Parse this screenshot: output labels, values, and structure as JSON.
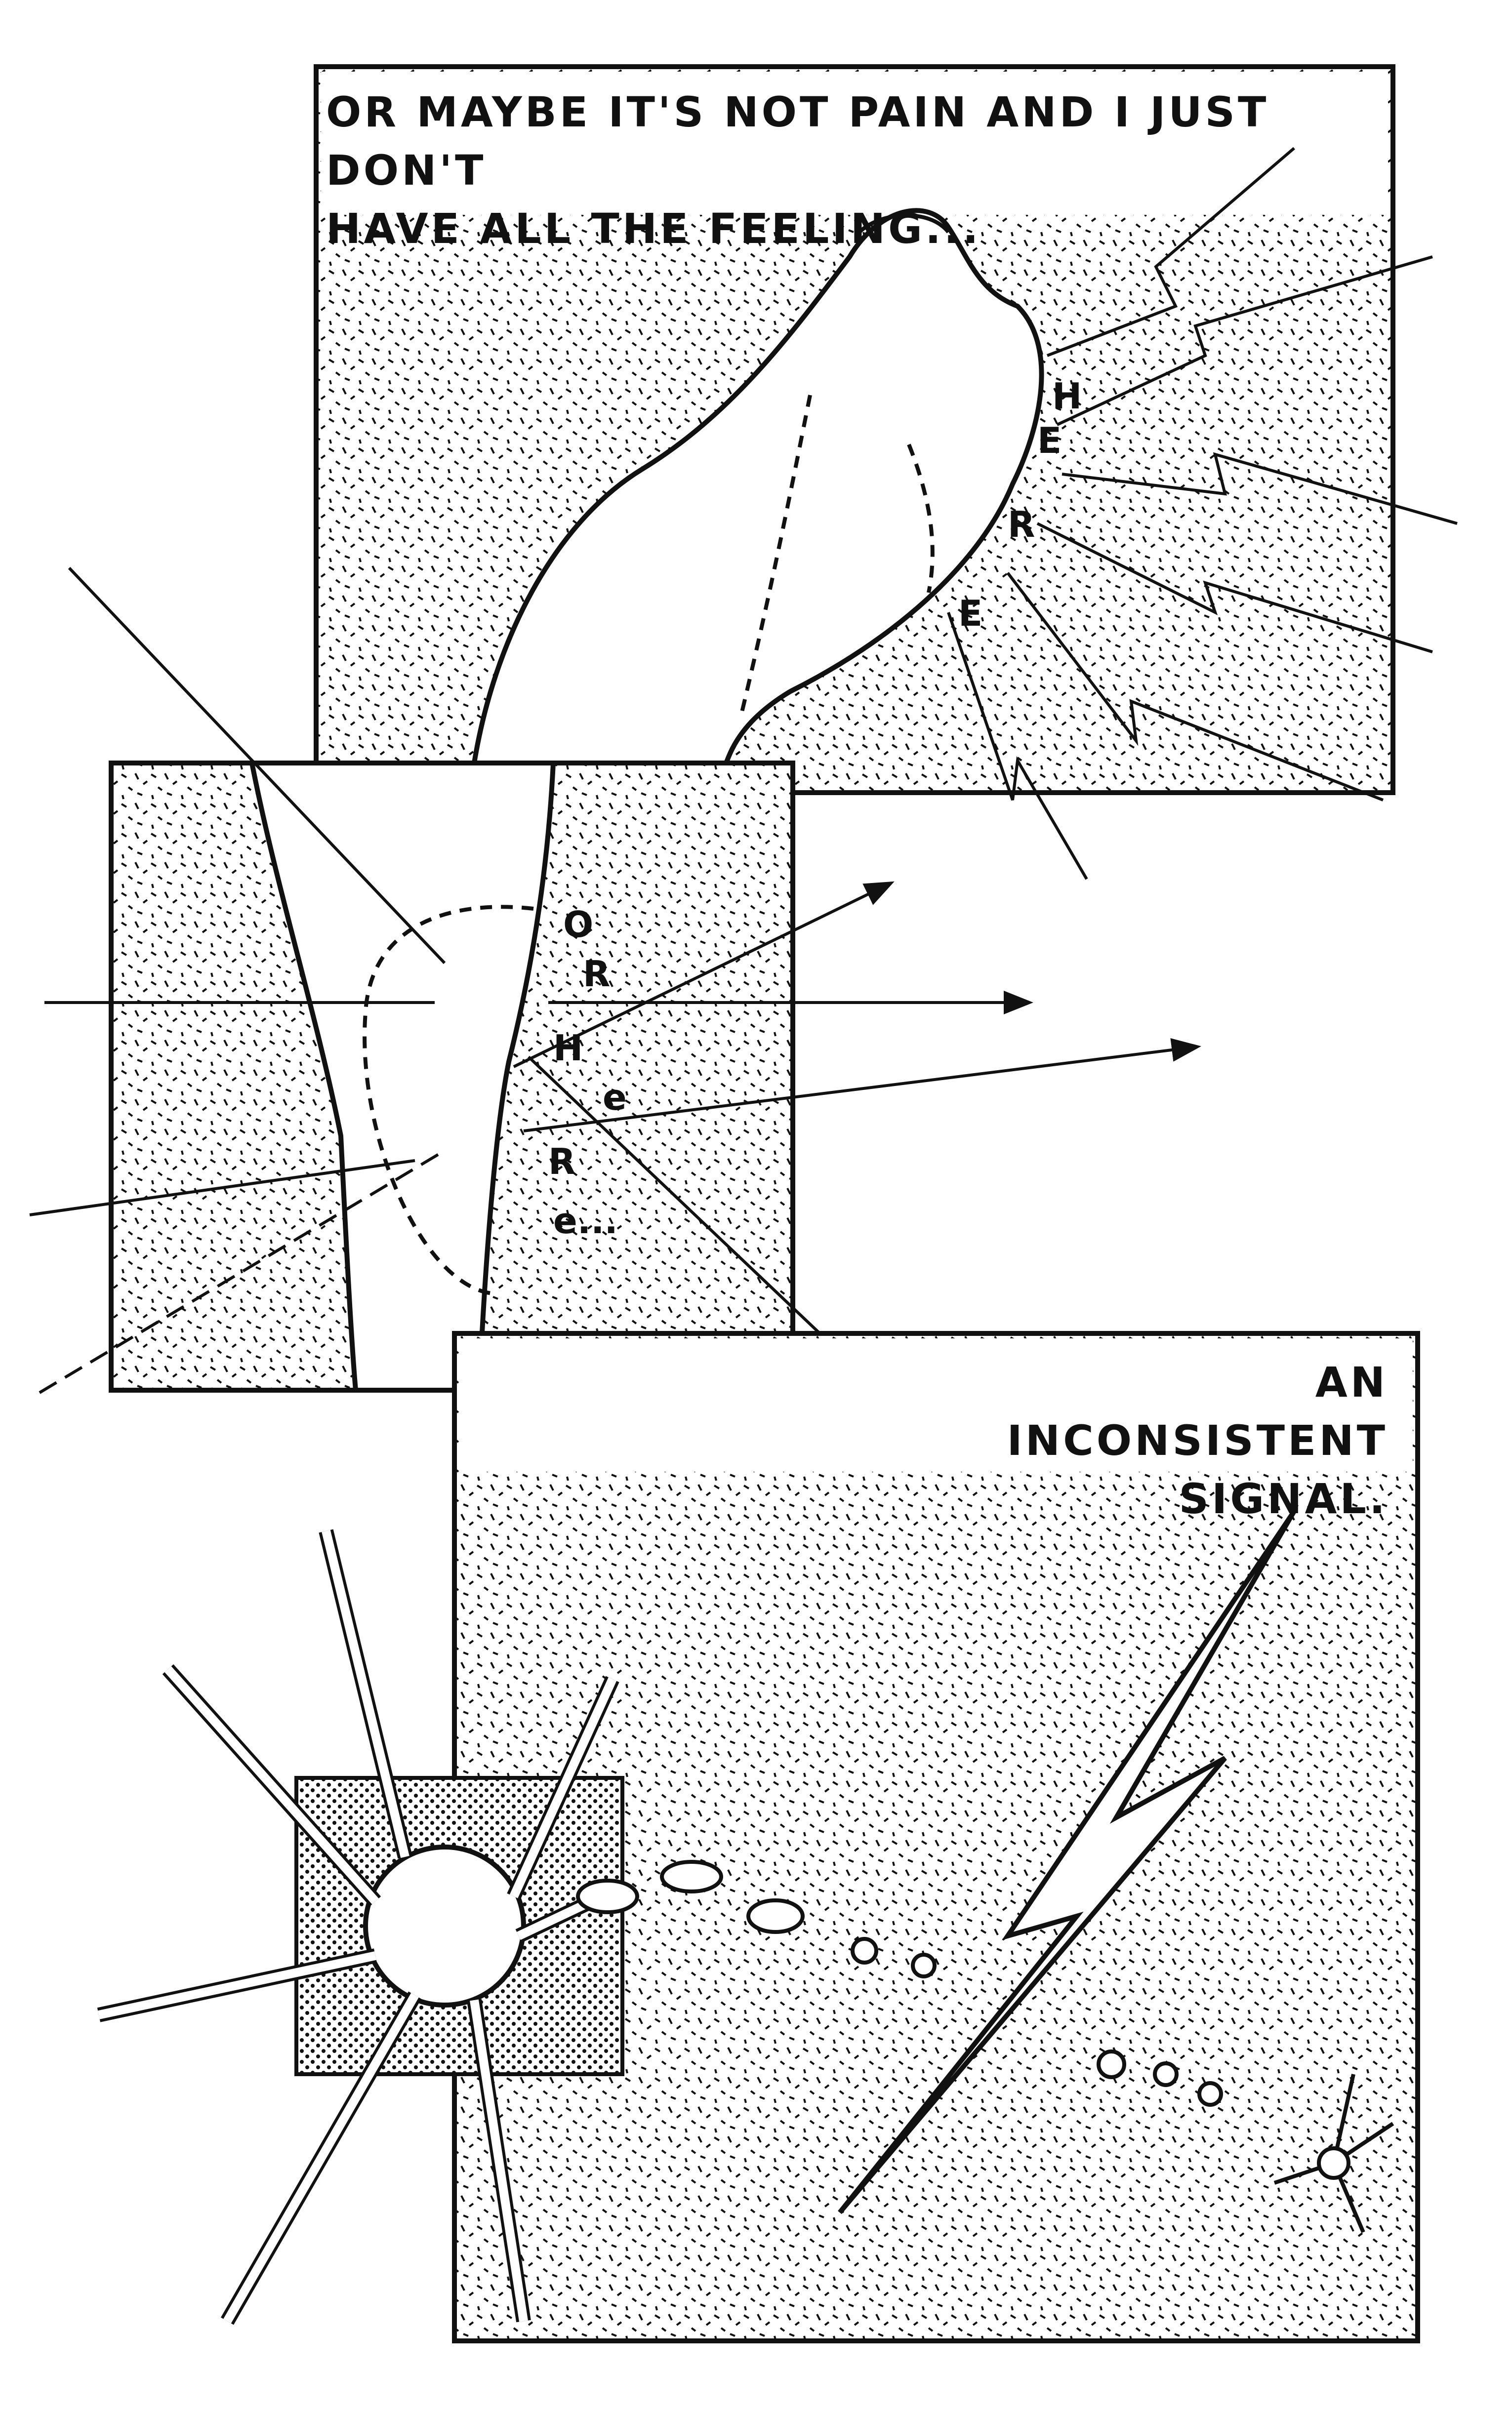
{
  "panel_top": {
    "caption_line1": "OR MAYBE IT'S NOT PAIN AND I JUST DON'T",
    "caption_line2": "HAVE ALL THE FEELING...",
    "here_letters": [
      "H",
      "E",
      "R",
      "E"
    ]
  },
  "panel_middle": {
    "or_here_letters": [
      "O",
      "R",
      "H",
      "e",
      "R",
      "e..."
    ]
  },
  "panel_bottom": {
    "caption_line1": "AN INCONSISTENT",
    "caption_line2": "SIGNAL."
  },
  "colors": {
    "ink": "#111111",
    "paper": "#ffffff"
  }
}
